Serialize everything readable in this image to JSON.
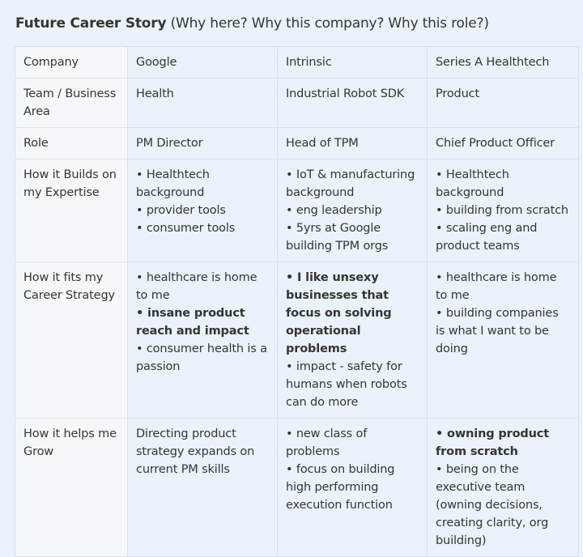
{
  "heading": {
    "title": "Future Career Story",
    "subtitle": "(Why here? Why this company? Why this role?)"
  },
  "table": {
    "rows": [
      {
        "label": "Company",
        "cells": [
          [
            {
              "text": "Google",
              "bold": false
            }
          ],
          [
            {
              "text": "Intrinsic",
              "bold": false
            }
          ],
          [
            {
              "text": "Series A Healthtech",
              "bold": false
            }
          ]
        ]
      },
      {
        "label": "Team / Business Area",
        "cells": [
          [
            {
              "text": "Health",
              "bold": false
            }
          ],
          [
            {
              "text": "Industrial Robot SDK",
              "bold": false
            }
          ],
          [
            {
              "text": "Product",
              "bold": false
            }
          ]
        ]
      },
      {
        "label": "Role",
        "cells": [
          [
            {
              "text": "PM Director",
              "bold": false
            }
          ],
          [
            {
              "text": "Head of TPM",
              "bold": false
            }
          ],
          [
            {
              "text": "Chief Product Officer",
              "bold": false
            }
          ]
        ]
      },
      {
        "label": "How it Builds on my Expertise",
        "cells": [
          [
            {
              "text": "• Healthtech background",
              "bold": false
            },
            {
              "text": "• provider tools",
              "bold": false
            },
            {
              "text": "• consumer tools",
              "bold": false
            }
          ],
          [
            {
              "text": "• IoT & manufacturing background",
              "bold": false
            },
            {
              "text": "• eng leadership",
              "bold": false
            },
            {
              "text": "• 5yrs at Google building TPM orgs",
              "bold": false
            }
          ],
          [
            {
              "text": "• Healthtech background",
              "bold": false
            },
            {
              "text": "• building from scratch",
              "bold": false
            },
            {
              "text": "• scaling eng and product teams",
              "bold": false
            }
          ]
        ]
      },
      {
        "label": "How it fits my Career Strategy",
        "cells": [
          [
            {
              "text": "• healthcare is home to me",
              "bold": false
            },
            {
              "text": "• insane product reach and impact",
              "bold": true
            },
            {
              "text": "• consumer health is a passion",
              "bold": false
            }
          ],
          [
            {
              "text": "• I like unsexy businesses that focus on solving operational problems",
              "bold": true
            },
            {
              "text": "• impact - safety for humans when robots can do more",
              "bold": false
            }
          ],
          [
            {
              "text": "• healthcare is home to me",
              "bold": false
            },
            {
              "text": "• building companies is what I want to be doing",
              "bold": false
            }
          ]
        ]
      },
      {
        "label": "How it helps me Grow",
        "cells": [
          [
            {
              "text": "Directing product strategy expands on current PM skills",
              "bold": false
            }
          ],
          [
            {
              "text": "• new class of problems",
              "bold": false
            },
            {
              "text": "• focus on building high performing execution function",
              "bold": false
            }
          ],
          [
            {
              "text": "• owning product from scratch",
              "bold": true
            },
            {
              "text": "• being on the executive team (owning decisions, creating clarity, org building)",
              "bold": false
            }
          ]
        ]
      }
    ]
  }
}
